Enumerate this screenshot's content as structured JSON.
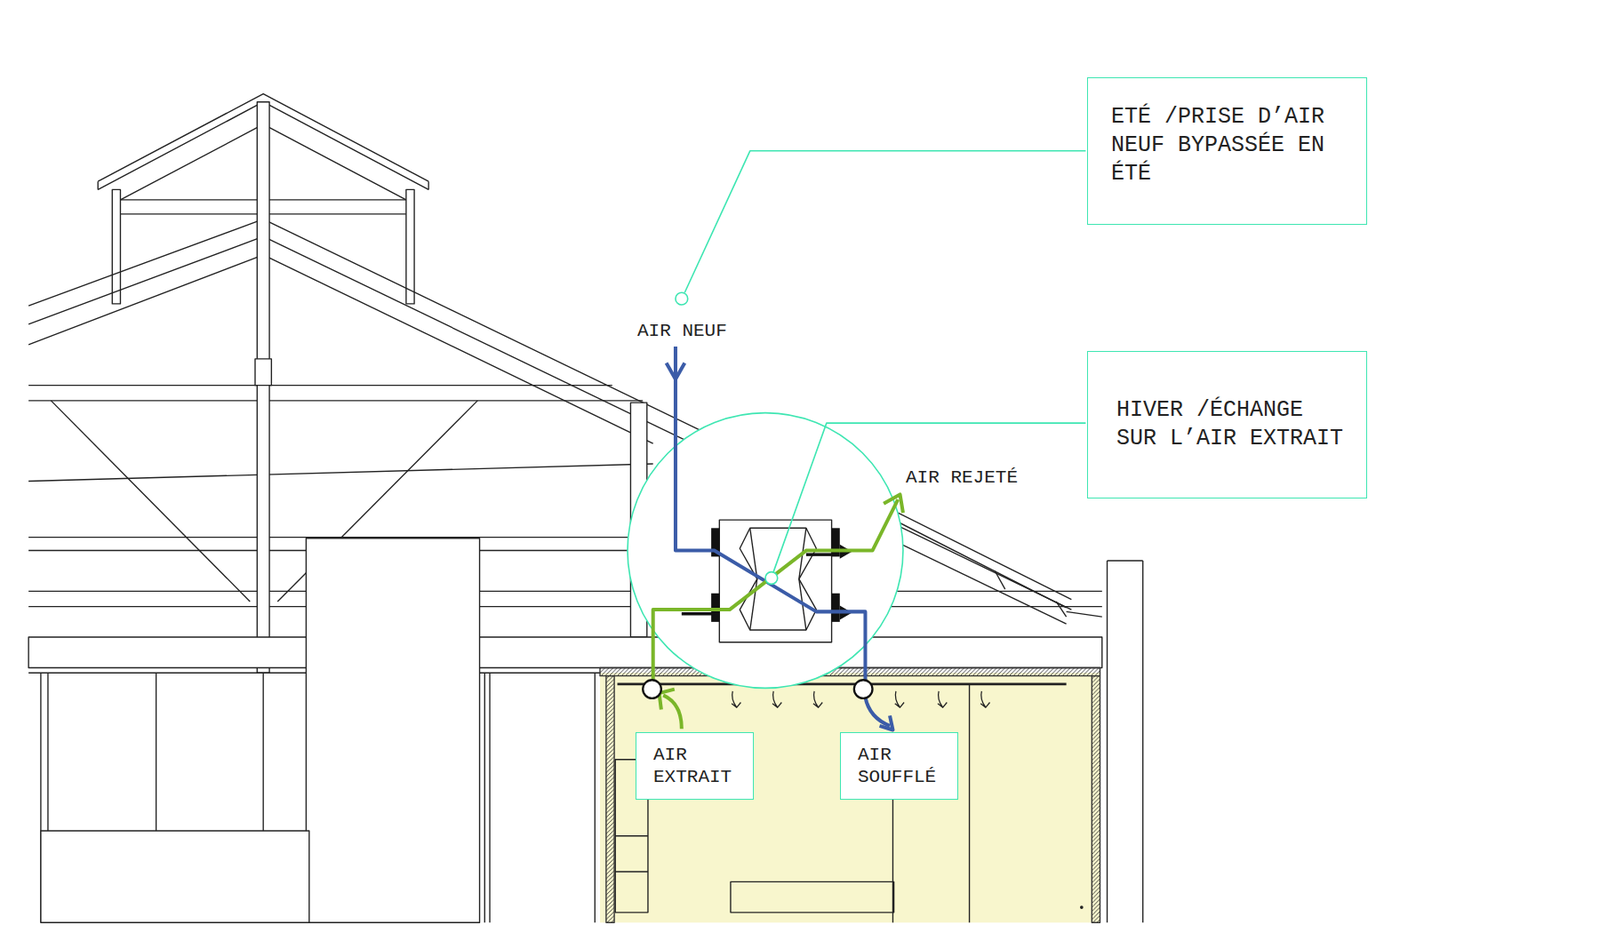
{
  "diagram": {
    "nodes": [
      {
        "text": [
          "ETÉ /PRISE D’AIR NEUF BYPASSÉE EN ÉTÉ"
        ]
      },
      {
        "text": [
          "HIVER /ÉCHANGE SUR L’AIR EXTRAIT"
        ]
      },
      {
        "text": [
          "AIR EXTRAIT"
        ]
      },
      {
        "text": [
          "AIR SOUFFLÉ"
        ]
      }
    ],
    "labels": [
      "AIR NEUF",
      "AIR REJETÉ"
    ]
  }
}
